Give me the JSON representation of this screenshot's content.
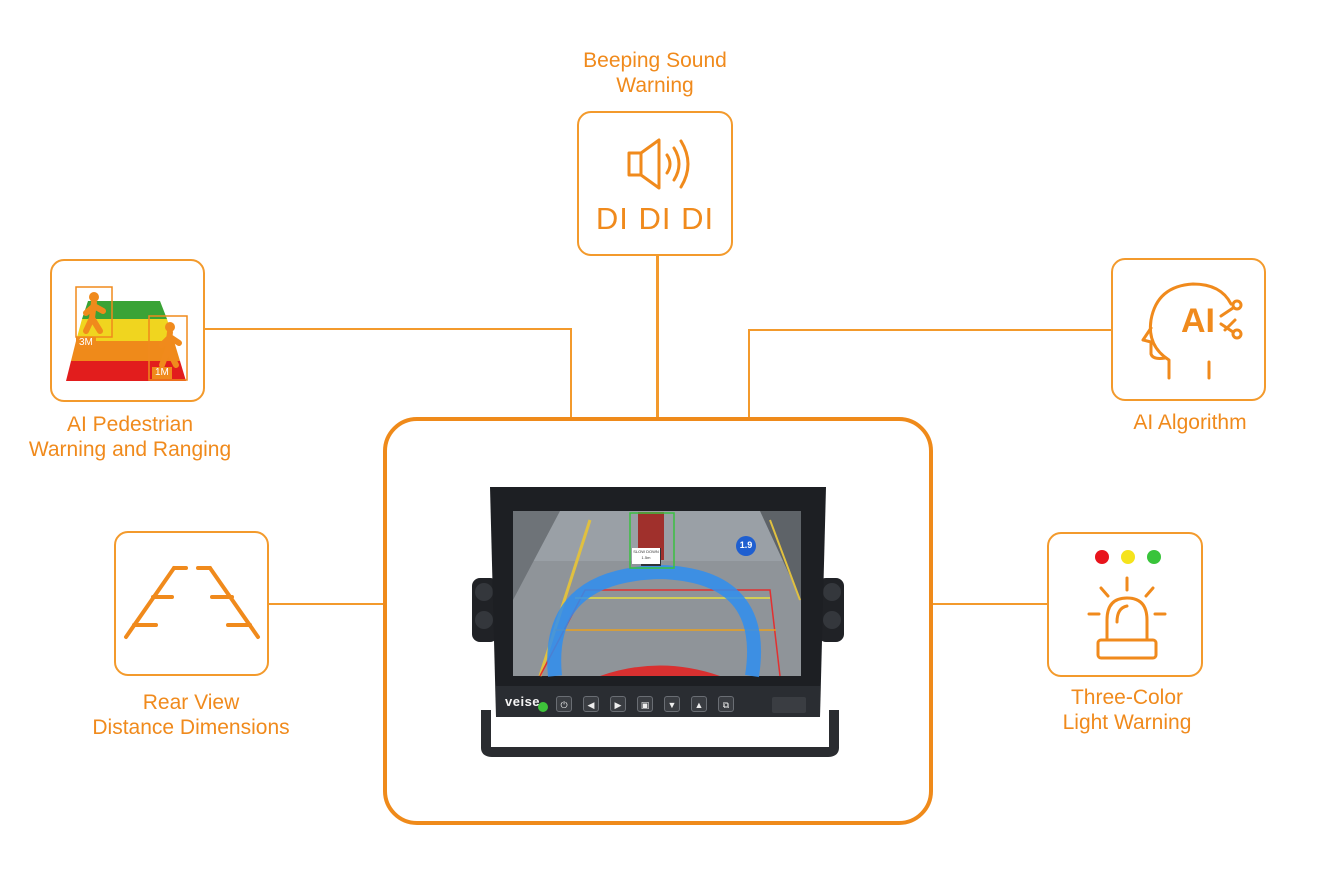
{
  "features": {
    "beeping": {
      "label": "Beeping Sound\nWarning",
      "sound_text": "DI DI DI",
      "icon": "speaker-icon"
    },
    "pedestrian": {
      "label": "AI Pedestrian\nWarning and Ranging",
      "near_tag": "1M",
      "far_tag": "3M",
      "icon": "pedestrian-ranging-icon"
    },
    "algorithm": {
      "label": "AI Algorithm",
      "icon_text": "AI",
      "icon": "ai-head-icon"
    },
    "rearview": {
      "label": "Rear View\nDistance Dimensions",
      "icon": "guide-lines-icon"
    },
    "light": {
      "label": "Three-Color\nLight Warning",
      "icon": "warning-beacon-icon",
      "colors": [
        "#e8141c",
        "#f5e31c",
        "#39c43a"
      ]
    }
  },
  "monitor": {
    "brand": "veise",
    "screen_sign": "SLOW DOWN\n1.5m",
    "distance_badge": "1.9",
    "buttons": [
      "power-button",
      "left-button",
      "right-button",
      "menu-button",
      "down-button",
      "up-button",
      "source-button"
    ]
  },
  "colors": {
    "accent": "#f39a2c",
    "caption": "#f08a1c"
  }
}
